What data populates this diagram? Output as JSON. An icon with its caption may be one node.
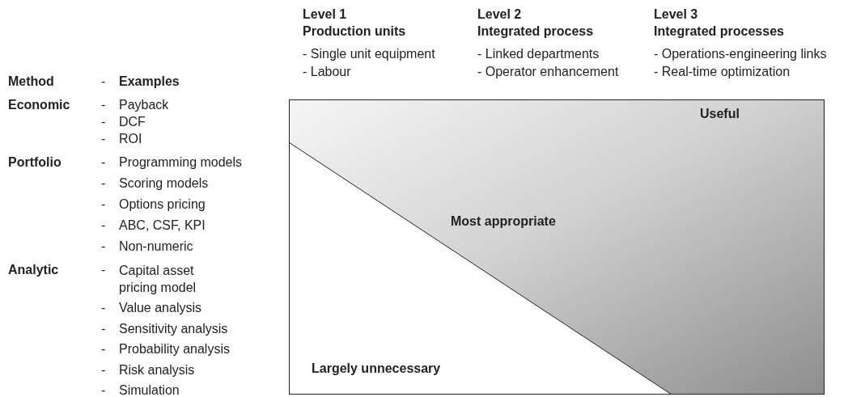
{
  "diagram": {
    "nodes": [
      {
        "text": [
          "Useful",
          "Most appropriate",
          "Largely unnecessary"
        ]
      }
    ],
    "edges": [],
    "labels": [
      "Level 1",
      "Production units",
      "Level 2",
      "Integrated process",
      "Level 3",
      "Integrated processes",
      "- Single unit equipment",
      "- Linked departments",
      "- Operations-engineering links",
      "- Labour",
      "- Operator enhancement",
      "- Real-time optimization",
      "Method",
      "-",
      "Examples",
      "Economic",
      "-",
      "Payback",
      "-",
      "DCF",
      "-",
      "ROI",
      "Portfolio",
      "-",
      "Programming models",
      "-",
      "Scoring models",
      "-",
      "Options pricing",
      "-",
      "ABC, CSF, KPI",
      "-",
      "Non-numeric",
      "Analytic",
      "-",
      "Capital asset pricing model",
      "-",
      "Value analysis",
      "-",
      "Sensitivity analysis",
      "-",
      "Probability analysis",
      "-",
      "Risk analysis",
      "-",
      "Simulation"
    ]
  }
}
